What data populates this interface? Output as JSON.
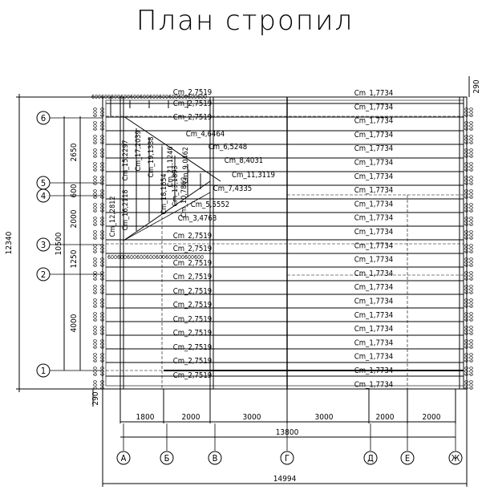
{
  "title": "План стропил",
  "dims": {
    "overall_height": "12340",
    "mid_height": "10500",
    "h_2650": "2650",
    "h_600": "600",
    "h_2000": "2000",
    "h_1250": "1250",
    "h_4000": "4000",
    "top_290": "290",
    "bottom_290": "290",
    "horizontal": [
      "1800",
      "2000",
      "3000",
      "3000",
      "2000",
      "2000"
    ],
    "total_13800": "13800",
    "total_14994": "14994"
  },
  "axes_rows": [
    "6",
    "5",
    "4",
    "3",
    "2",
    "1"
  ],
  "axes_cols": [
    "А",
    "Б",
    "В",
    "Г",
    "Д",
    "Е",
    "Ж"
  ],
  "left_rafters": [
    "Сm_2,7519",
    "Сm_2,7519",
    "Сm_2,7519",
    "Сm_4,6464",
    "Сm_6,5248",
    "Сm_8,4031",
    "Сm_11,3119",
    "Сm_7,4335",
    "Сm_5,5552",
    "Сm_3,4768",
    "Сm_2,7519",
    "Сm_2,7519",
    "Сm_2,7519",
    "Сm_2,7519",
    "Сm_2,7519",
    "Сm_2,7519",
    "Сm_2,7519",
    "Сm_2,7519",
    "Сm_2,7519",
    "Сm_2,7519",
    "Сm_2,7519"
  ],
  "right_rafters": [
    "Сm_1,7734",
    "Сm_1,7734",
    "Сm_1,7734",
    "Сm_1,7734",
    "Сm_1,7734",
    "Сm_1,7734",
    "Сm_1,7734",
    "Сm_1,7734",
    "Сm_1,7734",
    "Сm_1,7734",
    "Сm_1,7734",
    "Сm_1,7734",
    "Сm_1,7734",
    "Сm_1,7734",
    "Сm_1,7734",
    "Сm_1,7734",
    "Сm_1,7734",
    "Сm_1,7734",
    "Сm_1,7734",
    "Сm_1,7734",
    "Сm_1,7734",
    "Сm_1,7734"
  ],
  "diagonal_rafters": [
    "Сm_12,2812",
    "Сm_15,2297",
    "Сm_17,2039",
    "Сm_16,2118",
    "Сm_18,1654",
    "Сm_19,1338",
    "Сm_21,1246",
    "Сm_13,1893",
    "Сm_9,0462",
    "Сm_10,7862"
  ],
  "spacing_label": "600"
}
